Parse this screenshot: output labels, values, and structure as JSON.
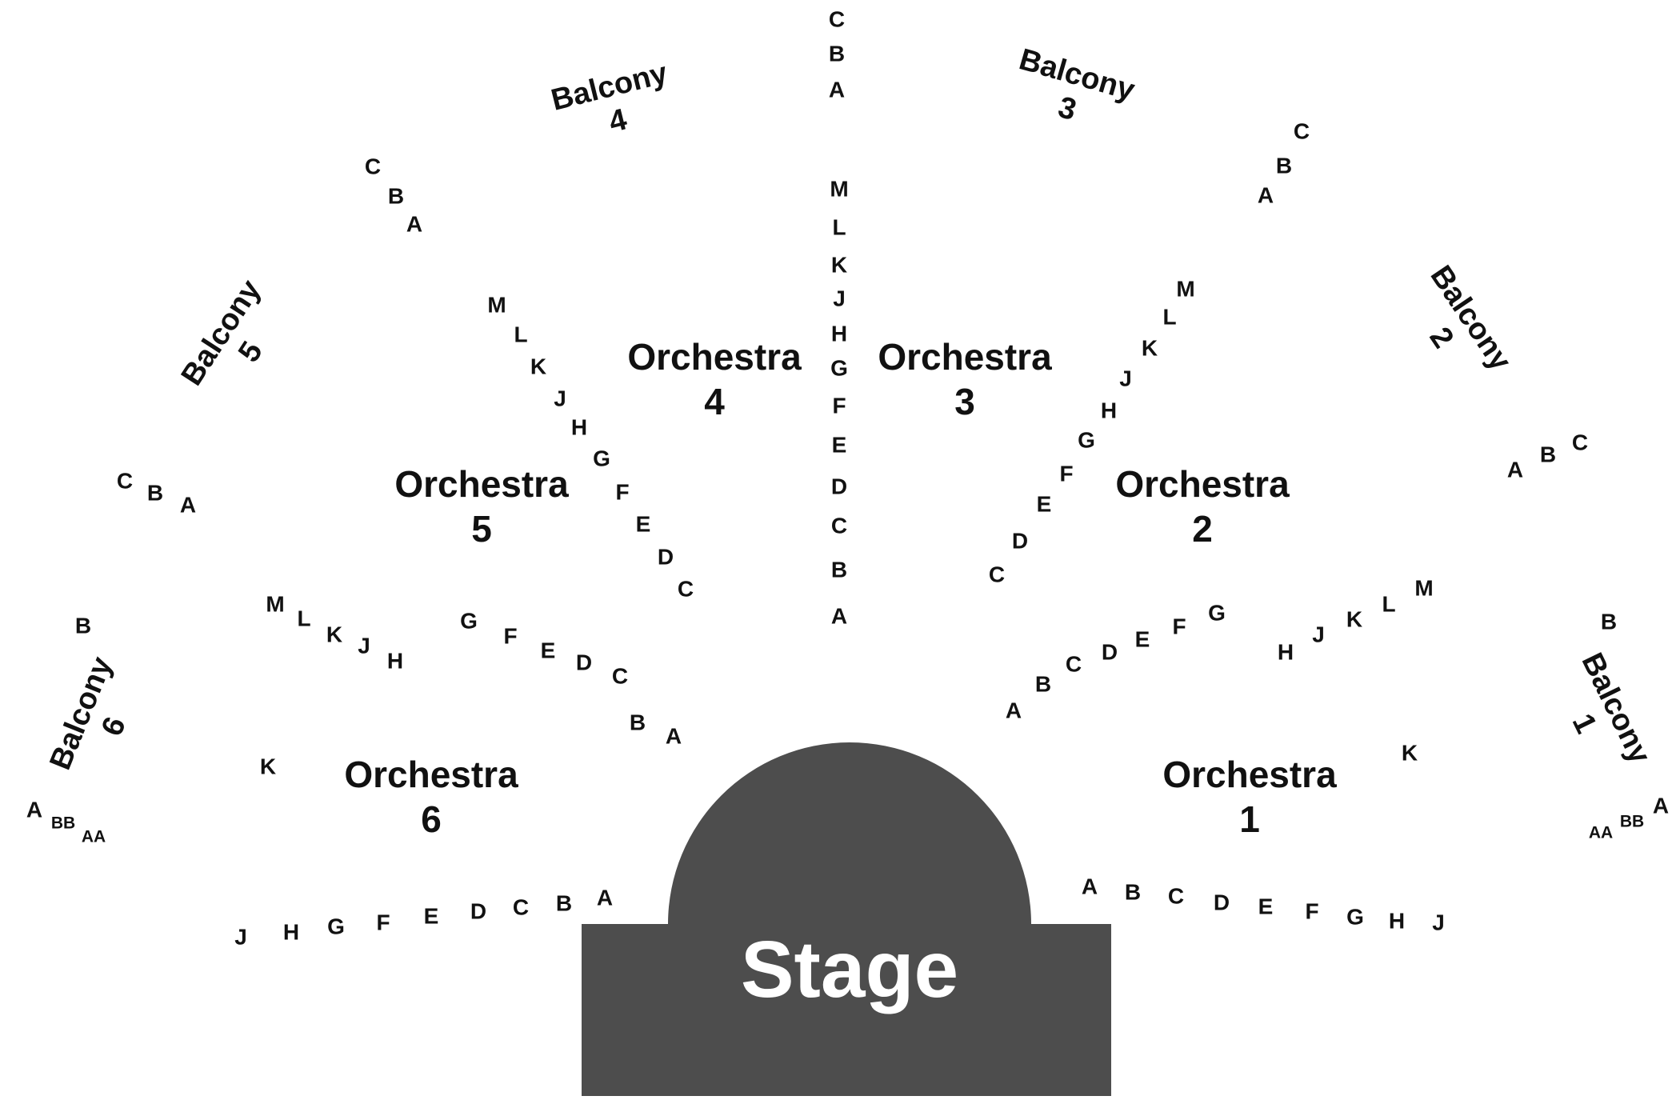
{
  "stage": {
    "label": "Stage",
    "color": "#4d4d4d"
  },
  "sections": [
    {
      "id": "orchestra-1",
      "line1": "Orchestra",
      "line2": "1"
    },
    {
      "id": "orchestra-2",
      "line1": "Orchestra",
      "line2": "2"
    },
    {
      "id": "orchestra-3",
      "line1": "Orchestra",
      "line2": "3"
    },
    {
      "id": "orchestra-4",
      "line1": "Orchestra",
      "line2": "4"
    },
    {
      "id": "orchestra-5",
      "line1": "Orchestra",
      "line2": "5"
    },
    {
      "id": "orchestra-6",
      "line1": "Orchestra",
      "line2": "6"
    },
    {
      "id": "balcony-1",
      "line1": "Balcony",
      "line2": "1"
    },
    {
      "id": "balcony-2",
      "line1": "Balcony",
      "line2": "2"
    },
    {
      "id": "balcony-3",
      "line1": "Balcony",
      "line2": "3"
    },
    {
      "id": "balcony-4",
      "line1": "Balcony",
      "line2": "4"
    },
    {
      "id": "balcony-5",
      "line1": "Balcony",
      "line2": "5"
    },
    {
      "id": "balcony-6",
      "line1": "Balcony",
      "line2": "6"
    }
  ],
  "row_groups": [
    {
      "id": "orch1-front",
      "rows": [
        "A",
        "B",
        "C",
        "D",
        "E",
        "F",
        "G",
        "H",
        "J"
      ]
    },
    {
      "id": "orch1-side",
      "rows": [
        "K"
      ]
    },
    {
      "id": "orch2-a-g",
      "rows": [
        "A",
        "B",
        "C",
        "D",
        "E",
        "F",
        "G"
      ]
    },
    {
      "id": "orch2-h-m",
      "rows": [
        "H",
        "J",
        "K",
        "L",
        "M"
      ]
    },
    {
      "id": "orch3-aisle",
      "rows": [
        "C",
        "D",
        "E",
        "F",
        "G",
        "H",
        "J",
        "K",
        "L",
        "M"
      ]
    },
    {
      "id": "center-aisle",
      "rows": [
        "A",
        "B",
        "C",
        "D",
        "E",
        "F",
        "G",
        "H",
        "J",
        "K",
        "L",
        "M"
      ]
    },
    {
      "id": "orch4-aisle",
      "rows": [
        "C",
        "D",
        "E",
        "F",
        "G",
        "H",
        "J",
        "K",
        "L",
        "M"
      ]
    },
    {
      "id": "orch5-a-g",
      "rows": [
        "A",
        "B",
        "C",
        "D",
        "E",
        "F",
        "G"
      ]
    },
    {
      "id": "orch5-h-m",
      "rows": [
        "H",
        "J",
        "K",
        "L",
        "M"
      ]
    },
    {
      "id": "orch6-front",
      "rows": [
        "A",
        "B",
        "C",
        "D",
        "E",
        "F",
        "G",
        "H",
        "J"
      ]
    },
    {
      "id": "orch6-side",
      "rows": [
        "K"
      ]
    },
    {
      "id": "balcony-center",
      "rows": [
        "A",
        "B",
        "C"
      ]
    },
    {
      "id": "balcony3-rows",
      "rows": [
        "A",
        "B",
        "C"
      ]
    },
    {
      "id": "balcony2-rows",
      "rows": [
        "A",
        "B",
        "C"
      ]
    },
    {
      "id": "balcony1-rows",
      "rows": [
        "AA",
        "BB",
        "A",
        "B"
      ]
    },
    {
      "id": "balcony4-rows",
      "rows": [
        "A",
        "B",
        "C"
      ]
    },
    {
      "id": "balcony5-rows",
      "rows": [
        "A",
        "B",
        "C"
      ]
    },
    {
      "id": "balcony6-rows",
      "rows": [
        "AA",
        "BB",
        "A",
        "B"
      ]
    }
  ]
}
